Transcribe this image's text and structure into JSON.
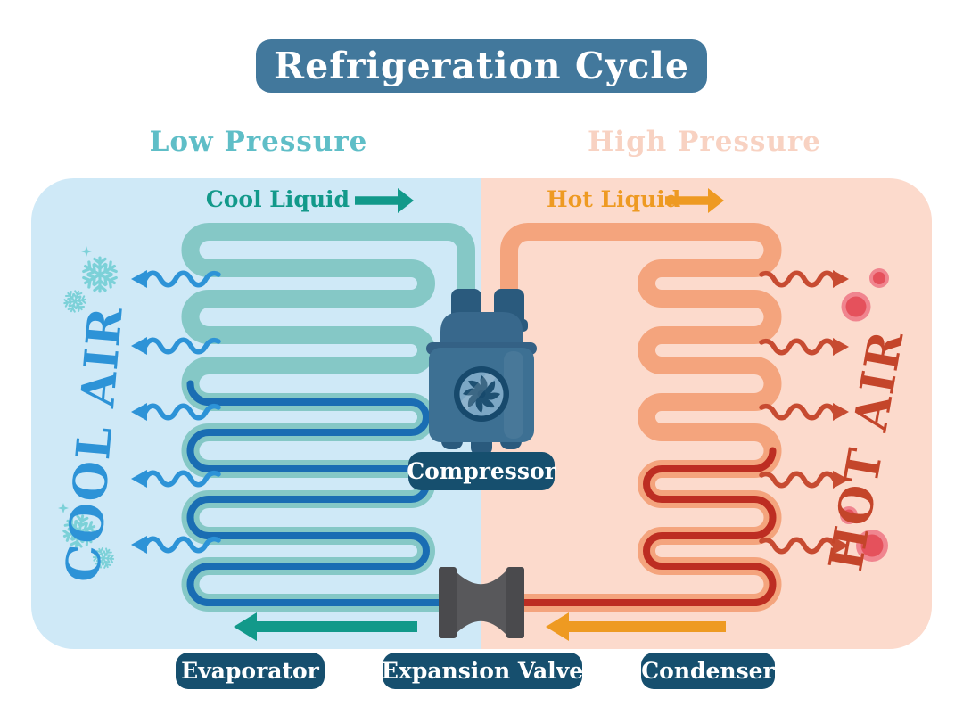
{
  "title": "Refrigeration Cycle",
  "headers": {
    "low_pressure": "Low Pressure",
    "high_pressure": "High Pressure"
  },
  "flow_labels": {
    "cool_liquid": "Cool Liquid",
    "hot_liquid": "Hot Liquid"
  },
  "air_labels": {
    "cool_air": "COOL AIR",
    "hot_air": "HOT AIR"
  },
  "component_labels": {
    "compressor": "Compressor",
    "evaporator": "Evaporator",
    "expansion_valve": "Expansion Valve",
    "condenser": "Condenser"
  },
  "icons": {
    "snowflake": "snowflake-icon",
    "sparkle": "sparkle-icon",
    "heat_bubble": "heat-bubble-icon",
    "cool_wave_arrow": "cool-air-wave-arrow-icon",
    "hot_wave_arrow": "hot-air-wave-arrow-icon",
    "fan": "compressor-fan-icon"
  },
  "colors": {
    "title_bg": "#42789c",
    "label_pill_bg": "#164f6e",
    "low_pressure_text": "#5fbec7",
    "high_pressure_text": "#f8d2c2",
    "low_panel_bg": "#cfe9f7",
    "high_panel_bg": "#fcdacc",
    "cool_flow": "#12998a",
    "hot_flow": "#ee9a22",
    "evaporator_pipe": "#85c8c6",
    "evaporator_refrigerant": "#1a6db3",
    "condenser_pipe": "#f4a47d",
    "condenser_refrigerant": "#bd2d22",
    "cool_air": "#2d93d7",
    "hot_air": "#c4452a",
    "snowflake": "#7cd1d8",
    "heat_bubble_outer": "#f0858f",
    "heat_bubble_inner": "#e5515c",
    "valve_gray": "#58585b",
    "compressor_body": "#3d7093"
  }
}
